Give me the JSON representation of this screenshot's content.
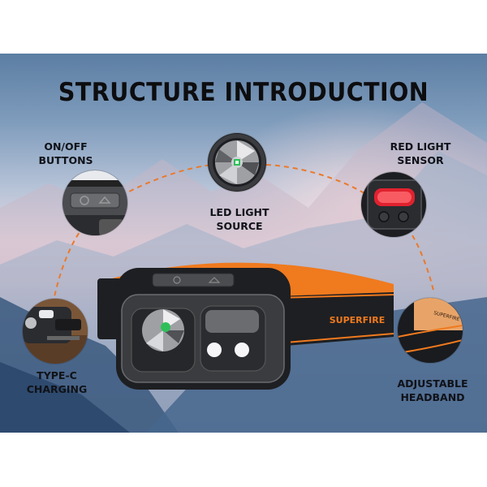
{
  "title": "STRUCTURE INTRODUCTION",
  "brand": "SUPERFIRE",
  "features": [
    {
      "id": "onoff",
      "line1": "ON/OFF",
      "line2": "BUTTONS"
    },
    {
      "id": "led",
      "line1": "LED LIGHT",
      "line2": "SOURCE"
    },
    {
      "id": "red",
      "line1": "RED LIGHT",
      "line2": "SENSOR"
    },
    {
      "id": "typec",
      "line1": "TYPE-C",
      "line2": "CHARGING"
    },
    {
      "id": "band",
      "line1": "ADJUSTABLE",
      "line2": "HEADBAND"
    }
  ],
  "colors": {
    "accent_orange": "#f07a1e",
    "headlamp_body": "#2a2c30",
    "red_sensor": "#e0222f",
    "led_green": "#2fbf5a",
    "title_text": "#0d0d0f"
  }
}
